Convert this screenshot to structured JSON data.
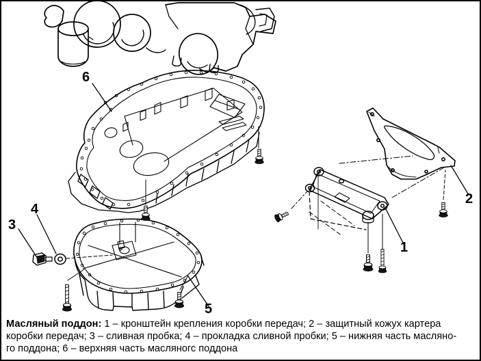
{
  "figure": {
    "kind": "exploded-view technical illustration",
    "subject": "Масляный поддон",
    "background_color": "#ffffff",
    "line_color": "#000000"
  },
  "callouts": [
    {
      "label": "1"
    },
    {
      "label": "2"
    },
    {
      "label": "3"
    },
    {
      "label": "4"
    },
    {
      "label": "5"
    },
    {
      "label": "6"
    }
  ],
  "caption": {
    "lead": "Масляный поддон:",
    "line1_rest": " 1 – кронштейн крепления коробки передач; 2 – защитный кожух картера",
    "line2": "коробки передач; 3 – сливная пробка; 4 – прокладка сливной пробки; 5 – нижняя часть масляно-",
    "line3": "го поддона; 6 – верхняя часть масляногс поддона"
  }
}
